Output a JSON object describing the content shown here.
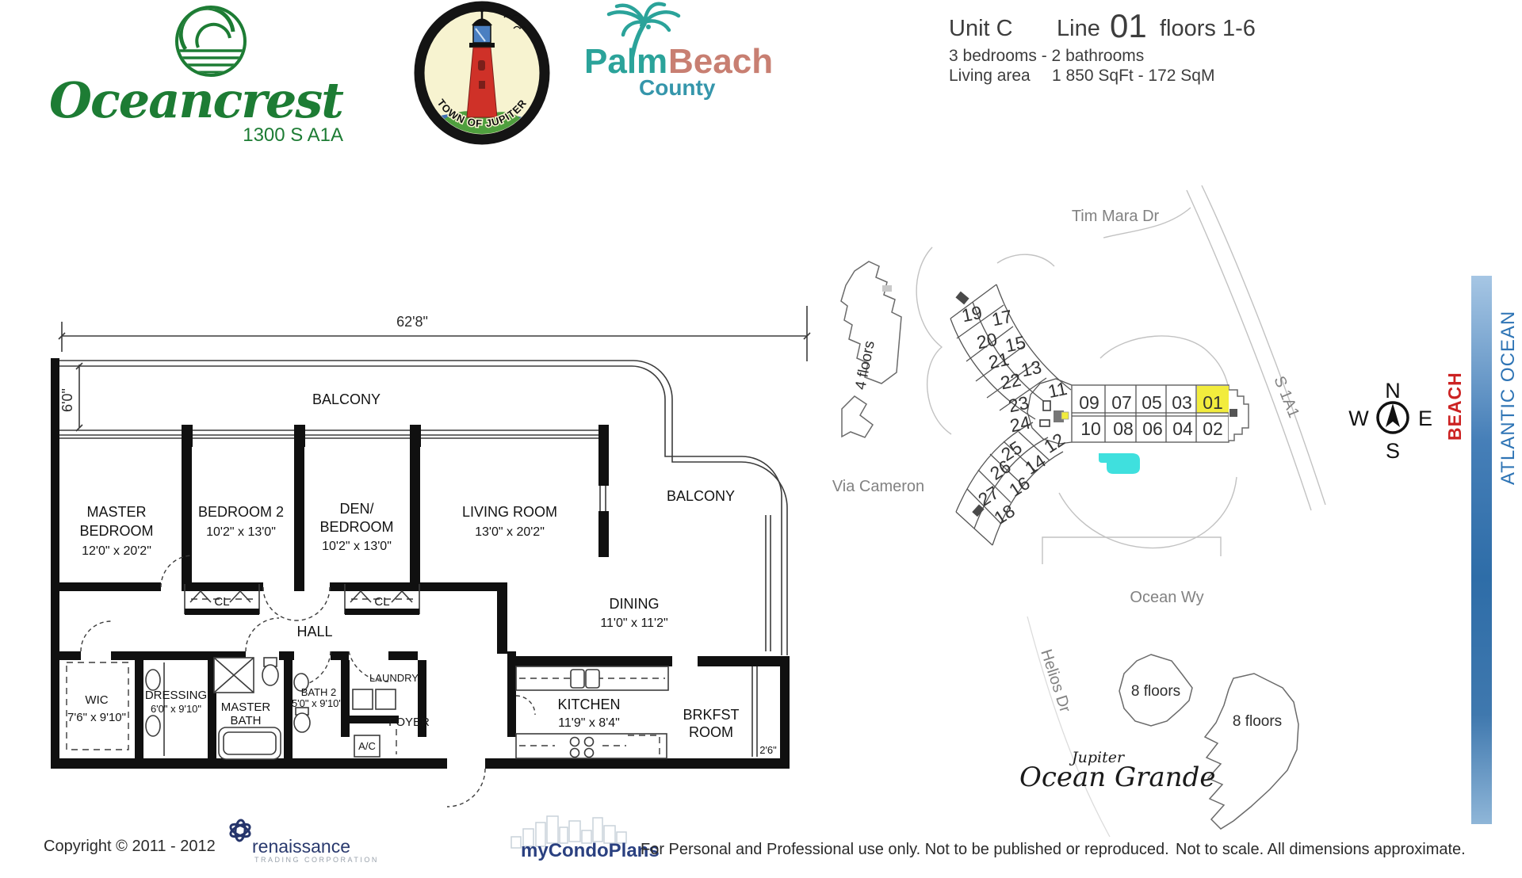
{
  "header": {
    "oceancrest": {
      "name": "Oceancrest",
      "address": "1300 S A1A"
    },
    "town_seal": "TOWN OF JUPITER",
    "palm_beach": {
      "palm": "Palm",
      "beach": "Beach",
      "county": "County"
    },
    "unit": {
      "unit": "Unit C",
      "line_label": "Line",
      "line_number": "01",
      "floors": "floors 1-6",
      "beds": "3 bedrooms - 2 bathrooms",
      "area_label": "Living area",
      "area_value": "1 850 SqFt - 172 SqM"
    }
  },
  "floorplan": {
    "width_dim": "62'8\"",
    "balcony_dim": "6'0\"",
    "balcony_top": "BALCONY",
    "balcony_right": "BALCONY",
    "hall": "HALL",
    "cl_left": "CL",
    "cl_right": "CL",
    "foyer": "FOYER",
    "laundry": "LAUNDRY",
    "ac": "A/C",
    "brkfst_dim": "2'6\"",
    "master": {
      "l1": "MASTER",
      "l2": "BEDROOM",
      "dims": "12'0\" x 20'2\""
    },
    "bedroom2": {
      "l1": "BEDROOM 2",
      "dims": "10'2\" x 13'0\""
    },
    "den": {
      "l1": "DEN/",
      "l2": "BEDROOM",
      "dims": "10'2\" x 13'0\""
    },
    "living": {
      "l1": "LIVING ROOM",
      "dims": "13'0\" x 20'2\""
    },
    "dining": {
      "l1": "DINING",
      "dims": "11'0\" x 11'2\""
    },
    "kitchen": {
      "l1": "KITCHEN",
      "dims": "11'9\" x 8'4\""
    },
    "brkfst": {
      "l1": "BRKFST",
      "l2": "ROOM"
    },
    "wic": {
      "l1": "WIC",
      "dims": "7'6\" x 9'10\""
    },
    "dressing": {
      "l1": "DRESSING",
      "dims": "6'0\" x 9'10\""
    },
    "master_bath": {
      "l1": "MASTER",
      "l2": "BATH"
    },
    "bath2": {
      "l1": "BATH 2",
      "dims": "5'0\" x 9'10\""
    }
  },
  "sitemap": {
    "streets": {
      "tim_mara": "Tim Mara Dr",
      "via_cameron": "Via Cameron",
      "ocean_wy": "Ocean Wy",
      "helios": "Helios Dr",
      "s1a1": "S 1A1"
    },
    "four_floors": "4 floors",
    "eight_floors_a": "8 floors",
    "eight_floors_b": "8 floors",
    "grande_top": "Jupiter",
    "grande_bottom": "Ocean Grande",
    "beach": "BEACH",
    "atlantic": "ATLANTIC OCEAN",
    "compass": {
      "n": "N",
      "s": "S",
      "e": "E",
      "w": "W"
    },
    "east_top": [
      "09",
      "07",
      "05",
      "03",
      "01"
    ],
    "east_bottom": [
      "10",
      "08",
      "06",
      "04",
      "02"
    ],
    "west_units": [
      "19",
      "17",
      "20",
      "15",
      "21",
      "13",
      "22",
      "11",
      "23",
      "24",
      "25",
      "12",
      "26",
      "14",
      "27",
      "16",
      "18"
    ],
    "highlighted_unit": "01",
    "colors": {
      "highlight": "#F2EC3D",
      "pool": "#3FE0DE",
      "beach_text": "#CC2222",
      "ocean_text": "#2E74B5"
    }
  },
  "footer": {
    "copyright": "Copyright © 2011 - 2012",
    "renaissance": {
      "name": "renaissance",
      "sub": "TRADING CORPORATION"
    },
    "mycondoplans": "myCondoPlans",
    "disclaimer": "For Personal and Professional use only.  Not to be published or reproduced.",
    "scale_note": "Not to scale.  All dimensions approximate."
  }
}
